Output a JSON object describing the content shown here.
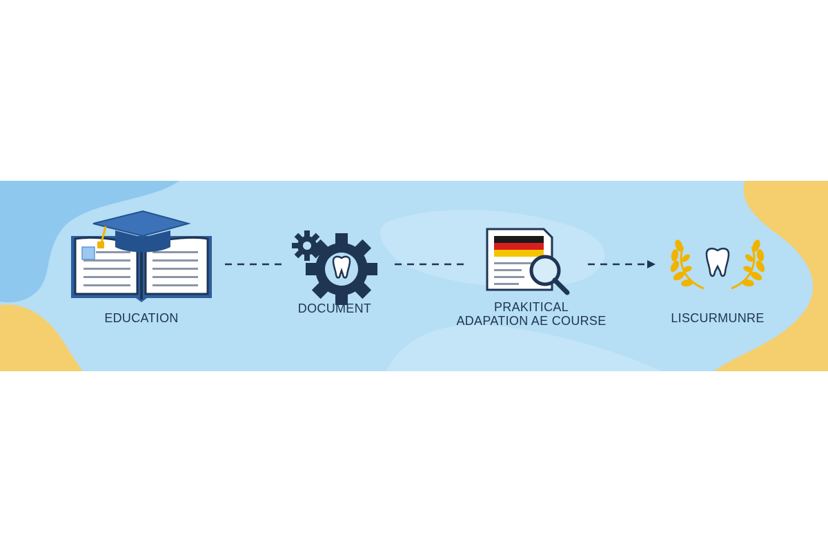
{
  "steps": [
    {
      "label": "EDUCATION",
      "icon": "book-graduation-cap-icon"
    },
    {
      "label": "DOCUMENT",
      "icon": "gears-tooth-icon"
    },
    {
      "label_line1": "PRAKITICAL",
      "label_line2": "ADAPATION AE COURSE",
      "icon": "document-german-flag-magnifier-icon"
    },
    {
      "label": "LISCURMUNRE",
      "icon": "laurel-tooth-icon"
    }
  ],
  "colors": {
    "banner_blue": "#b3dcf3",
    "banner_blue_dark": "#8fc7ec",
    "accent_yellow": "#f5cf6d",
    "navy": "#1e3554",
    "cap_blue": "#3c72b8",
    "gold": "#f0b400",
    "flag_black": "#1a1a1a",
    "flag_red": "#d91e1e",
    "flag_gold": "#f5c400"
  }
}
